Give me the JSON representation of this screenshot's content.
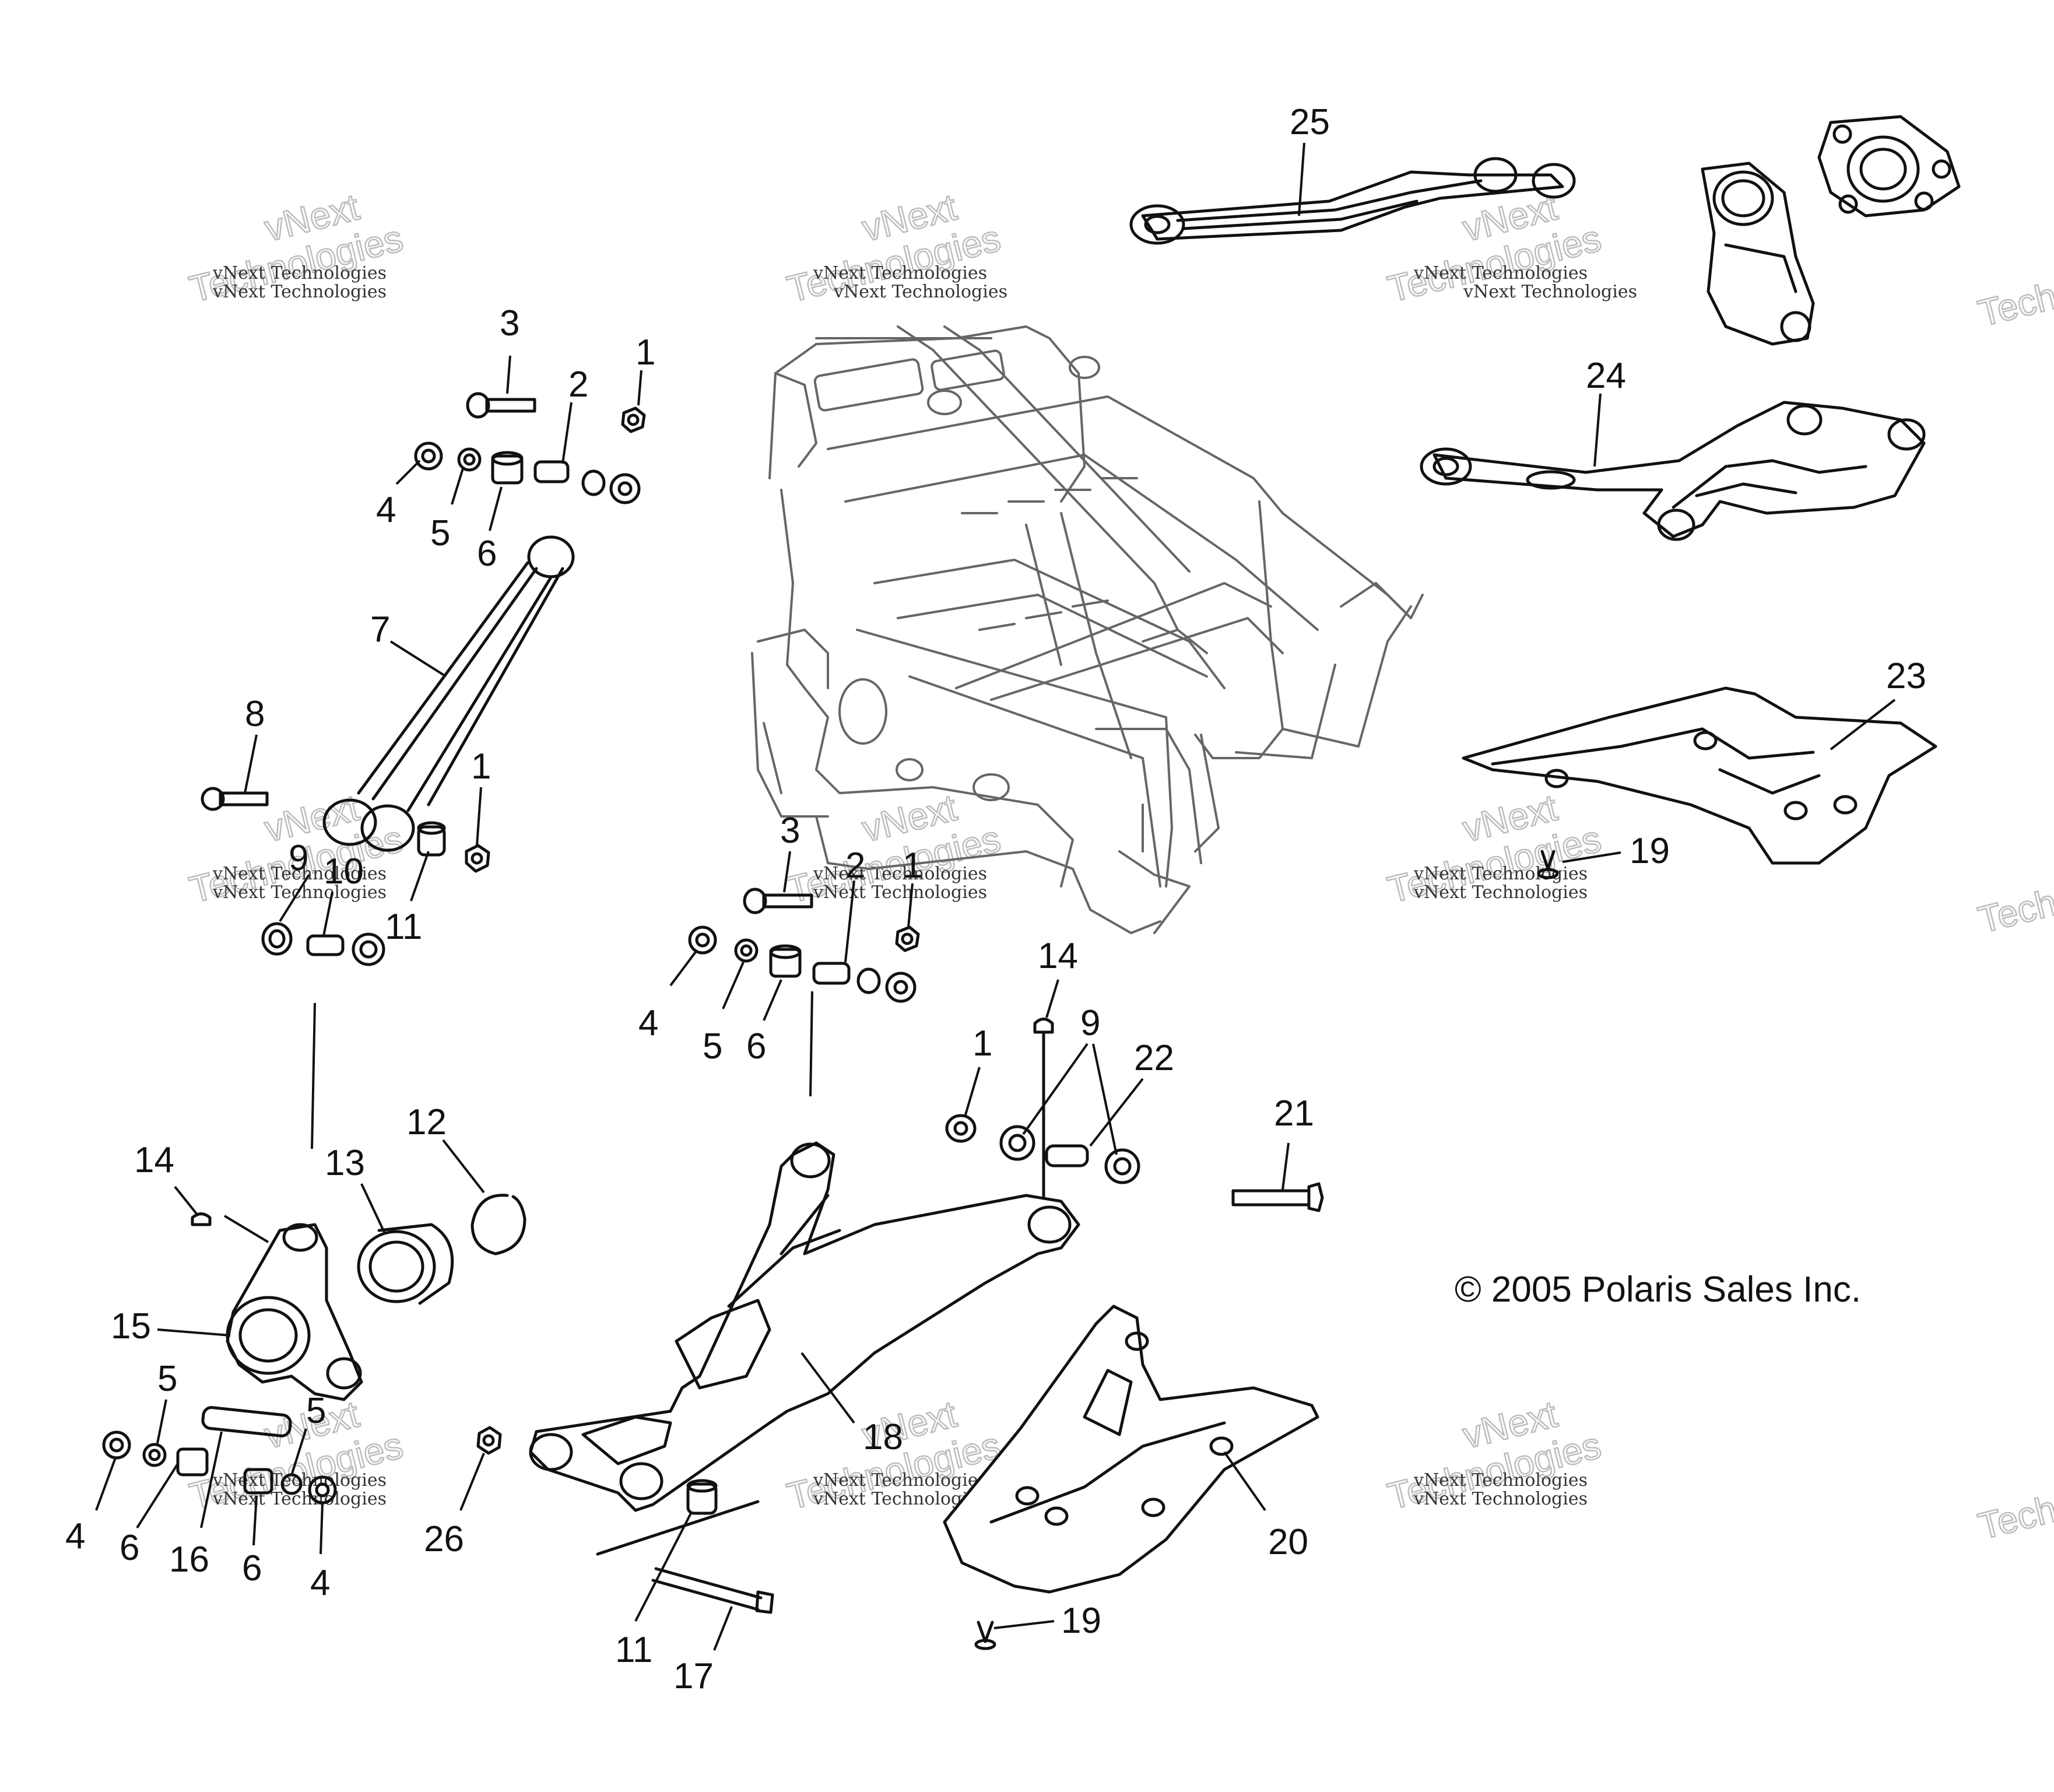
{
  "callouts": {
    "c1a": "1",
    "c1b": "1",
    "c1c": "1",
    "c1d": "1",
    "c2a": "2",
    "c2b": "2",
    "c3a": "3",
    "c3b": "3",
    "c4a": "4",
    "c4b": "4",
    "c4c": "4",
    "c4d": "4",
    "c5a": "5",
    "c5b": "5",
    "c5c": "5",
    "c5d": "5",
    "c6a": "6",
    "c6b": "6",
    "c6c": "6",
    "c6d": "6",
    "c7": "7",
    "c8": "8",
    "c9a": "9",
    "c9b": "9",
    "c10": "10",
    "c11a": "11",
    "c11b": "11",
    "c12": "12",
    "c13": "13",
    "c14a": "14",
    "c14b": "14",
    "c15": "15",
    "c16": "16",
    "c17": "17",
    "c18": "18",
    "c19a": "19",
    "c19b": "19",
    "c20": "20",
    "c21": "21",
    "c22": "22",
    "c23": "23",
    "c24": "24",
    "c25": "25",
    "c26": "26"
  },
  "watermark": {
    "line1": "vNext Technologies",
    "line2": "vNext",
    "line3": "Technologies"
  },
  "copyright": "© 2005 Polaris Sales Inc."
}
